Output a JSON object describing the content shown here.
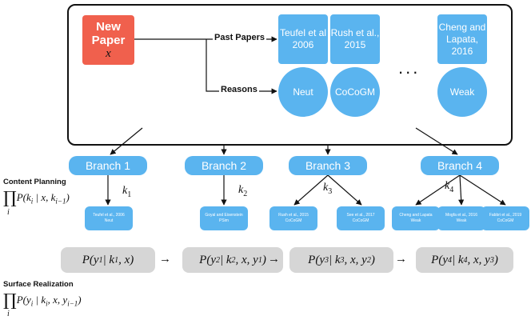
{
  "new_paper": {
    "line1": "New",
    "line2": "Paper",
    "var": "x"
  },
  "connectors": {
    "past_papers": "Past Papers",
    "reasons": "Reasons"
  },
  "past_papers": [
    {
      "l1": "Teufel et al",
      "l2": "2006"
    },
    {
      "l1": "Rush et al.,",
      "l2": "2015"
    },
    {
      "l1": "Cheng and",
      "l2": "Lapata,",
      "l3": "2016"
    }
  ],
  "reasons": [
    "Neut",
    "CoCoGM",
    "Weak"
  ],
  "ellipsis": "...",
  "branches": [
    "Branch 1",
    "Branch 2",
    "Branch 3",
    "Branch 4"
  ],
  "k_labels": [
    {
      "v": "k",
      "s": "1"
    },
    {
      "v": "k",
      "s": "2"
    },
    {
      "v": "k",
      "s": "3"
    },
    {
      "v": "k",
      "s": "4"
    }
  ],
  "leaves": [
    {
      "l1": "Teufel et al., 2006",
      "l2": "Neut"
    },
    {
      "l1": "Goyal and Eisenstein",
      "l2": "PSim"
    },
    {
      "l1": "Rush et al., 2015",
      "l2": "CoCoGM"
    },
    {
      "l1": "See et al., 2017",
      "l2": "CoCoGM"
    },
    {
      "l1": "Cheng and Lapata",
      "l2": "Weak"
    },
    {
      "l1": "Mogfa et al., 2016",
      "l2": "Weak"
    },
    {
      "l1": "Fabbri et al., 2019",
      "l2": "CoCoGM"
    }
  ],
  "prob_boxes": [
    {
      "a": "P(y",
      "s1": "1",
      "b": " | k",
      "s2": "1",
      "c": ", x)"
    },
    {
      "a": "P(y",
      "s1": "2",
      "b": " | k",
      "s2": "2",
      "c": ", x, y",
      "s3": "1",
      "d": ")"
    },
    {
      "a": "P(y",
      "s1": "3",
      "b": " | k",
      "s2": "3",
      "c": ", x, y",
      "s3": "2",
      "d": ")"
    },
    {
      "a": "P(y",
      "s1": "4",
      "b": " | k",
      "s2": "4",
      "c": ", x, y",
      "s3": "3",
      "d": ")"
    }
  ],
  "seq_arrow": "→",
  "content_planning": {
    "title": "Content Planning",
    "prod": "∏",
    "a": "P(k",
    "s1": "i",
    "b": " | x, k",
    "s2": "i−1",
    "c": ")",
    "sub": "i"
  },
  "surface_realization": {
    "title": "Surface Realization",
    "prod": "∏",
    "a": "P(y",
    "s1": "i",
    "b": " | k",
    "s2": "i",
    "c": ", x, y",
    "s3": "i−1",
    "d": ")",
    "sub": "i"
  }
}
